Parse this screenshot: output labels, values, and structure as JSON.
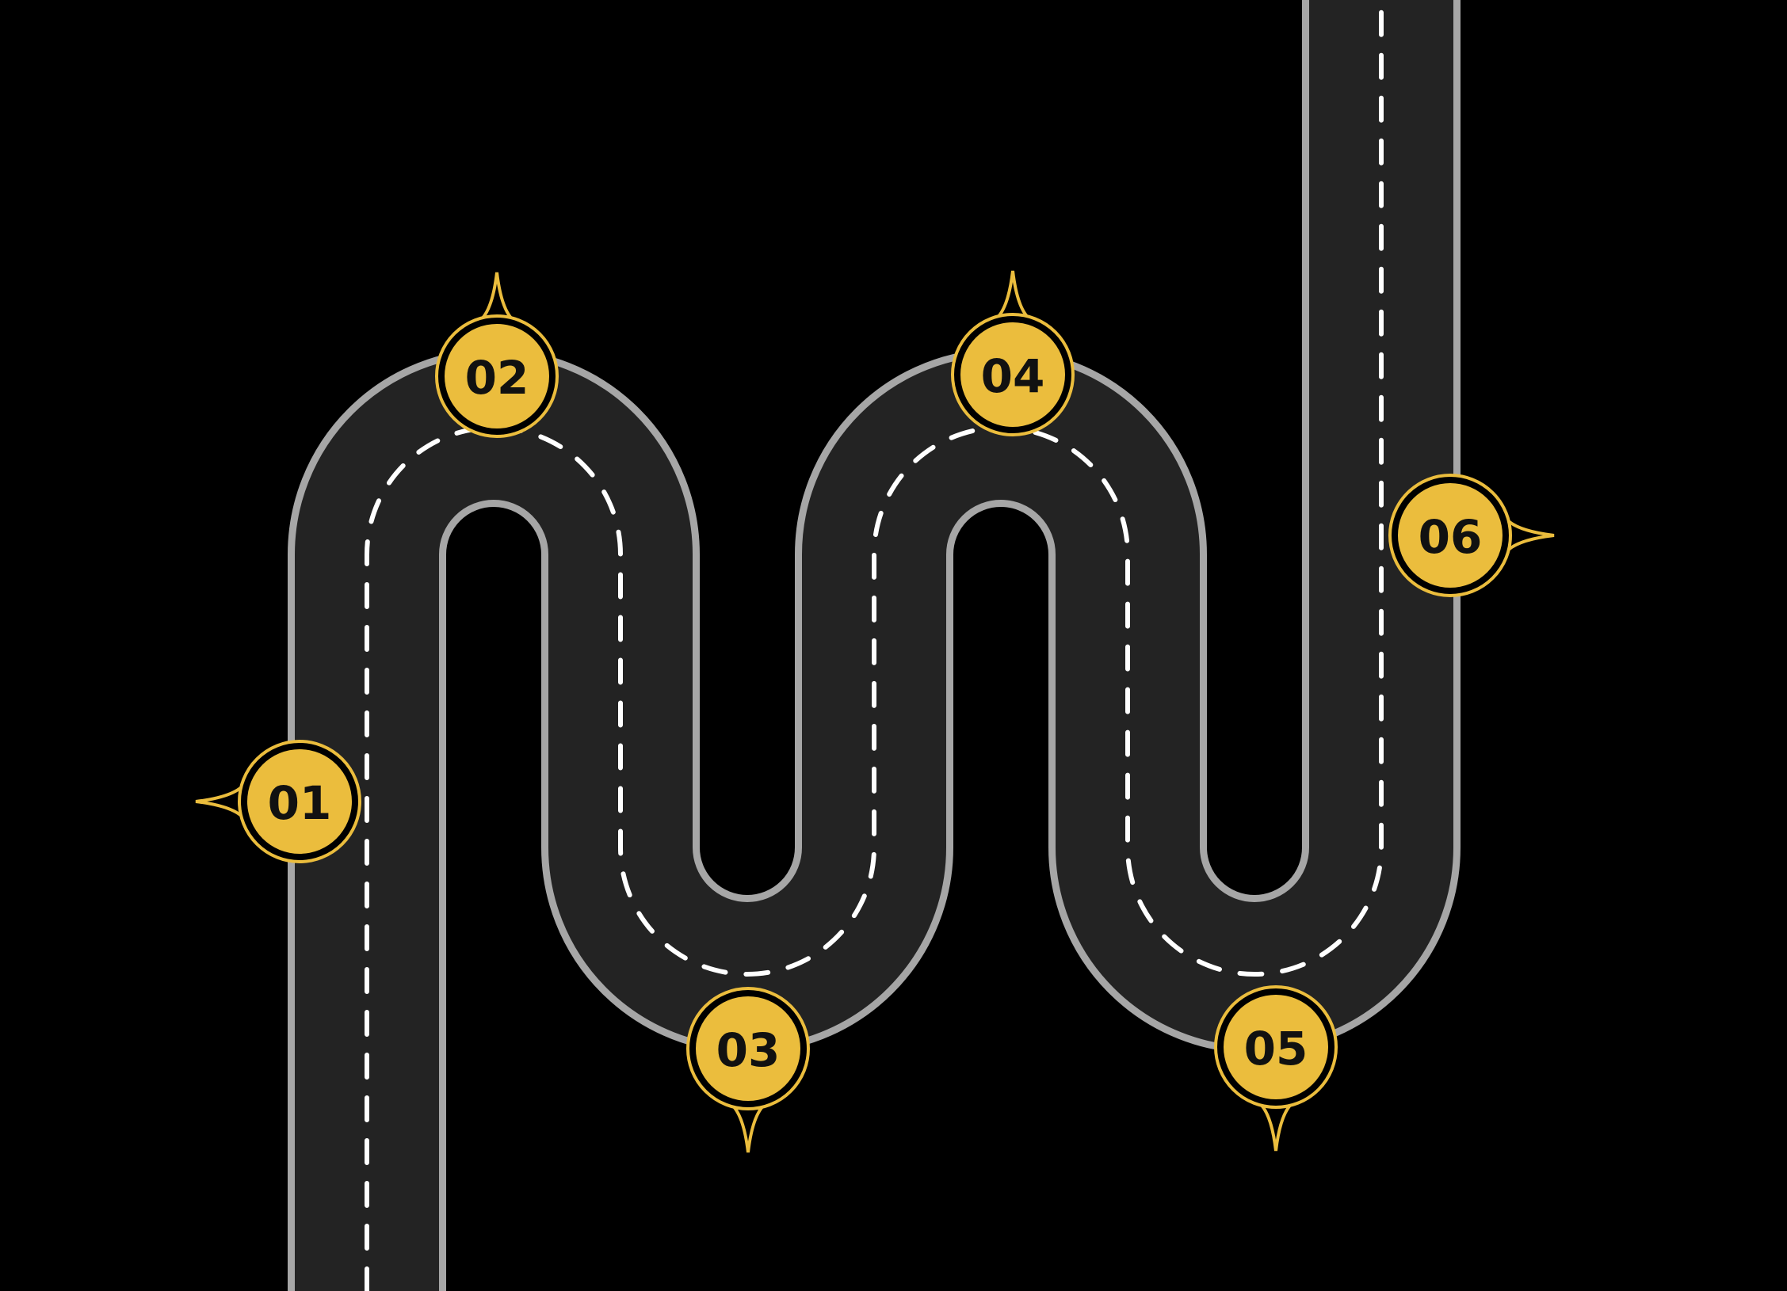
{
  "colors": {
    "background": "#000000",
    "road_edge": "#a6a6a6",
    "asphalt": "#232323",
    "lane_dash": "#ffffff",
    "marker_fill": "#ebbd3d",
    "marker_ring": "#ebbd3d",
    "marker_text": "#111111"
  },
  "milestones": [
    {
      "label": "01",
      "pointer": "left"
    },
    {
      "label": "02",
      "pointer": "up"
    },
    {
      "label": "03",
      "pointer": "down"
    },
    {
      "label": "04",
      "pointer": "up"
    },
    {
      "label": "05",
      "pointer": "down"
    },
    {
      "label": "06",
      "pointer": "right"
    }
  ]
}
